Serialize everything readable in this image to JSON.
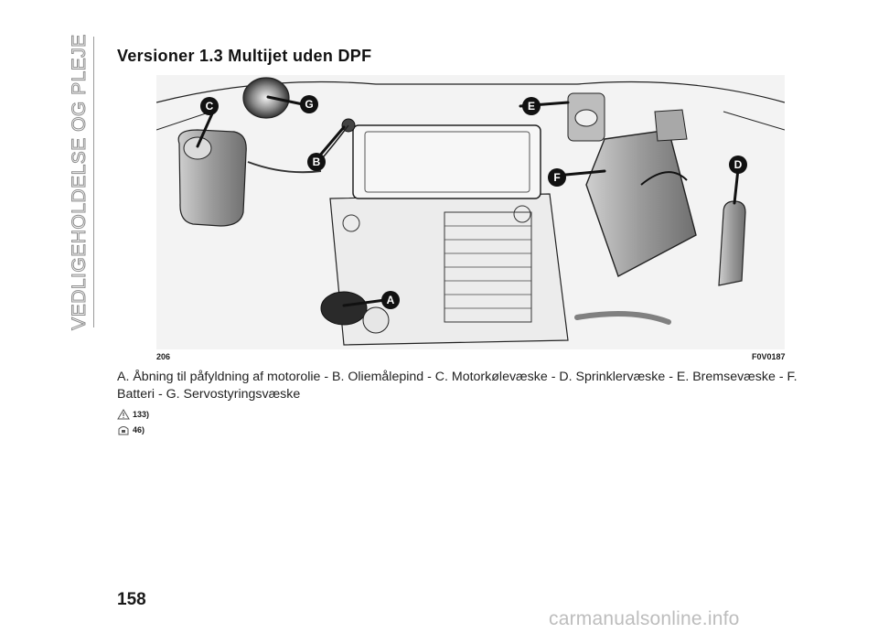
{
  "side_tab": {
    "text": "VEDLIGEHOLDELSE OG PLEJE"
  },
  "heading": "Versioner 1.3 Multijet uden DPF",
  "figure": {
    "number": "206",
    "code": "F0V0187",
    "markers": [
      "A",
      "B",
      "C",
      "D",
      "E",
      "F",
      "G"
    ]
  },
  "caption": "A. Åbning til påfyldning af motorolie - B. Oliemålepind - C. Motorkølevæske - D. Sprinklervæske - E. Bremsevæske - F. Batteri - G. Servostyringsvæske",
  "references": [
    {
      "icon": "warning-icon",
      "label": "133)"
    },
    {
      "icon": "caution-icon",
      "label": "46)"
    }
  ],
  "page_number": "158",
  "watermark": "carmanualsonline.info"
}
